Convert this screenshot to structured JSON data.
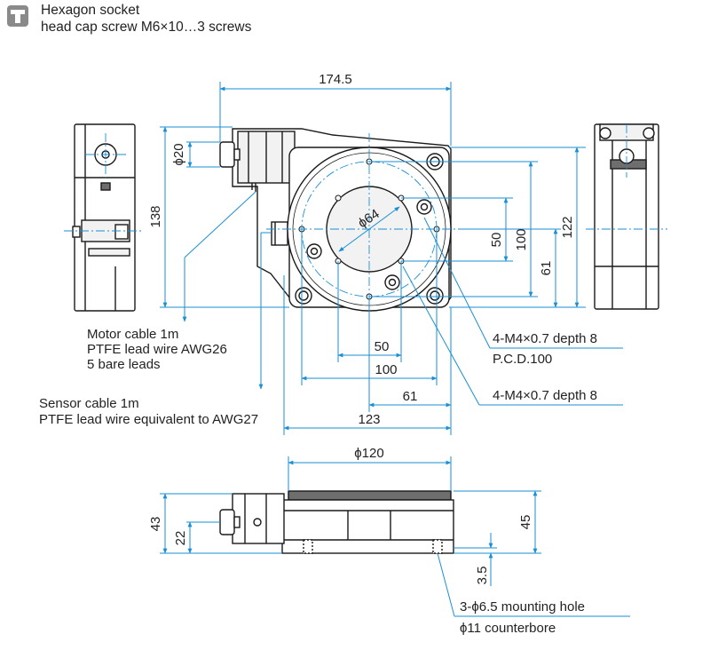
{
  "legend": {
    "icon": "hex-socket-screw-icon",
    "line1": "Hexagon socket",
    "line2": "head cap screw M6×10…3 screws"
  },
  "colors": {
    "dimension": "#1a8fd6",
    "outline": "#1a1a1a",
    "fill_light": "#f2f2f2",
    "fill_dark": "#6e6e6e",
    "icon": "#8a8a8a"
  },
  "dims": {
    "d174": "174.5",
    "d20": "ϕ20",
    "d138": "138",
    "d64": "ϕ64",
    "d50v": "50",
    "d100v": "100",
    "d122": "122",
    "d61v": "61",
    "d50h": "50",
    "d100h": "100",
    "d61h": "61",
    "d123": "123",
    "d120": "ϕ120",
    "d43": "43",
    "d22": "22",
    "d45": "45",
    "d35": "3.5"
  },
  "notes": {
    "motor_cable": [
      "Motor cable 1m",
      "PTFE lead wire AWG26",
      "5 bare leads"
    ],
    "sensor_cable": [
      "Sensor cable 1m",
      "PTFE lead wire equivalent to AWG27"
    ],
    "tap_pcd_line1": "4-M4×0.7 depth 8",
    "tap_pcd_line2": "P.C.D.100",
    "tap_2": "4-M4×0.7 depth 8",
    "mount_line1": "3-ϕ6.5 mounting hole",
    "mount_line2": "ϕ11 counterbore"
  }
}
